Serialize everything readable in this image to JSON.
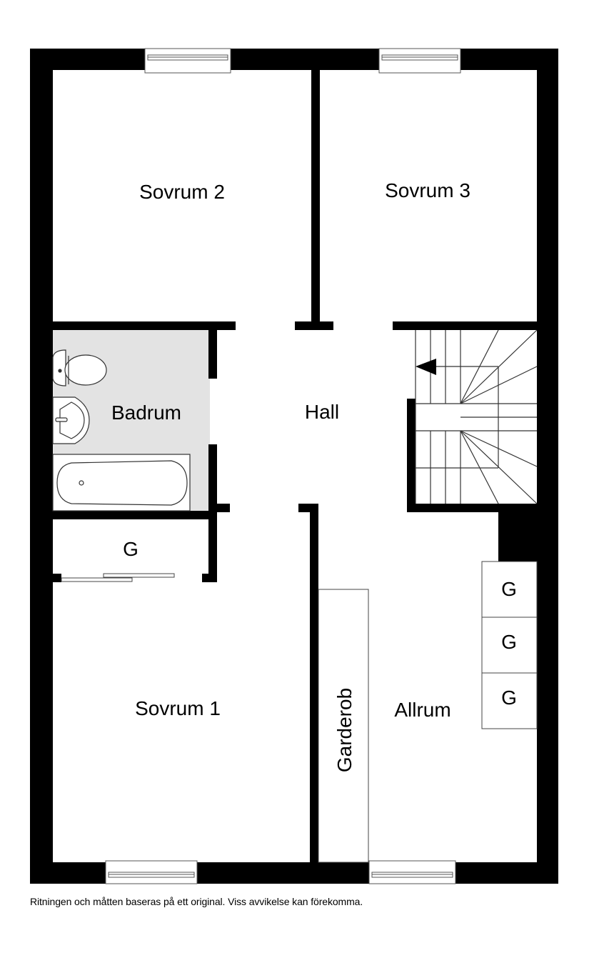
{
  "floorplan": {
    "colors": {
      "wall": "#000000",
      "floor": "#ffffff",
      "bathroom_floor": "#e3e3e3",
      "fixture_line": "#333333"
    },
    "rooms": {
      "sovrum2": "Sovrum 2",
      "sovrum3": "Sovrum 3",
      "badrum": "Badrum",
      "hall": "Hall",
      "closet_g": "G",
      "sovrum1": "Sovrum 1",
      "garderob": "Garderob",
      "allrum": "Allrum",
      "allrum_closets": [
        "G",
        "G",
        "G"
      ]
    },
    "stair_direction_icon": "arrow-left-icon",
    "disclaimer": "Ritningen och måtten baseras på ett original. Viss avvikelse kan förekomma."
  }
}
